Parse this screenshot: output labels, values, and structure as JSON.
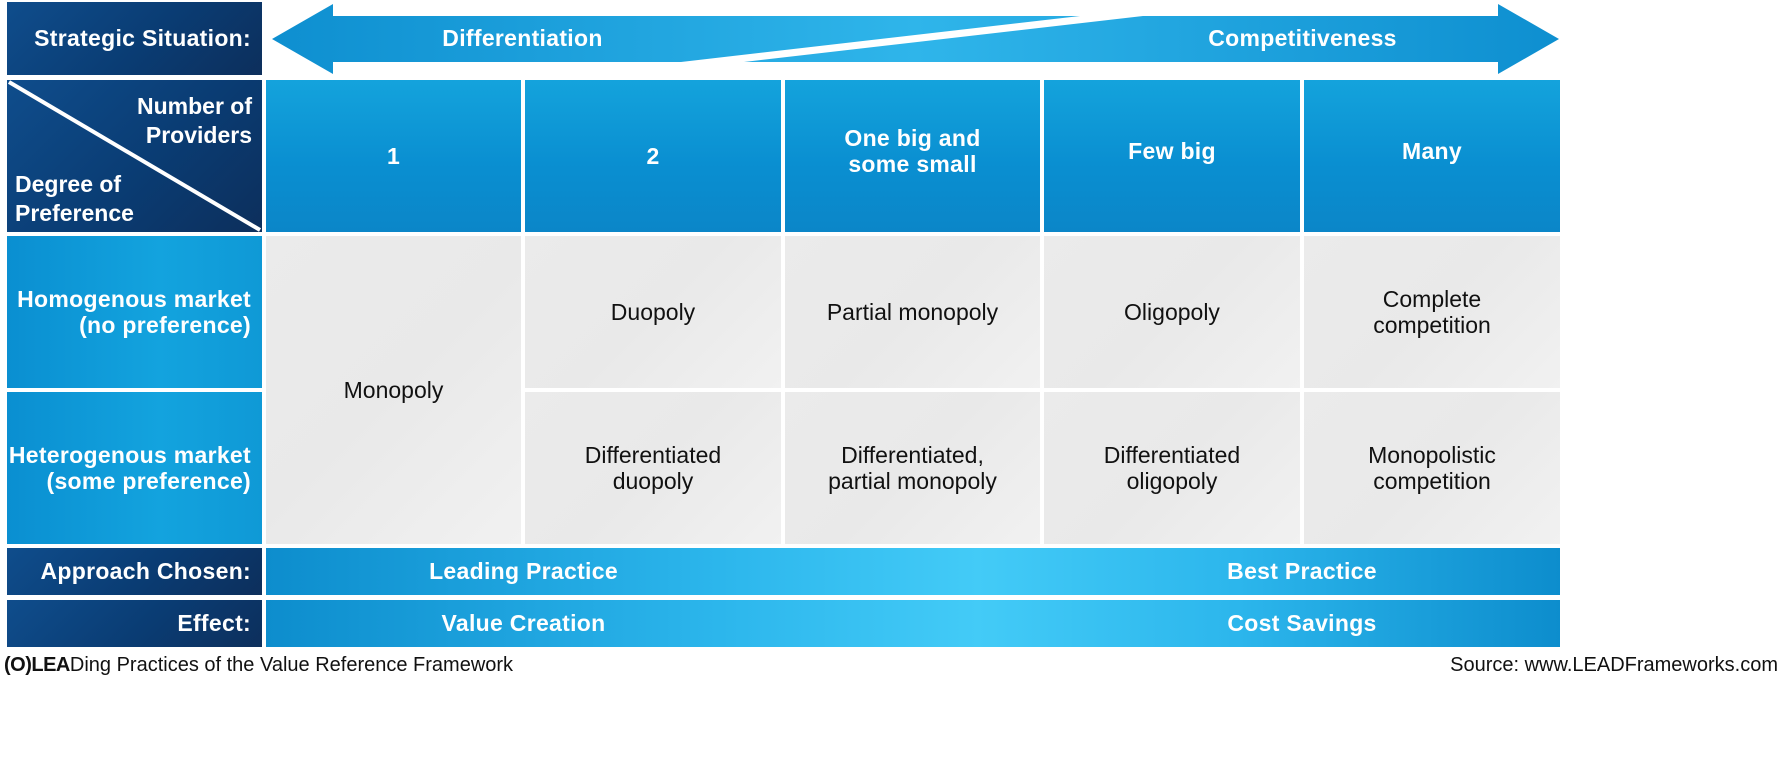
{
  "strategic_situation": {
    "label": "Strategic Situation:",
    "left": "Differentiation",
    "right": "Competitiveness"
  },
  "corner": {
    "top": "Number of\nProviders",
    "bottom": "Degree of\nPreference"
  },
  "columns": [
    "1",
    "2",
    "One big and\nsome small",
    "Few big",
    "Many"
  ],
  "rows": [
    {
      "label": "Homogenous market\n(no preference)",
      "cells": [
        "Duopoly",
        "Partial monopoly",
        "Oligopoly",
        "Complete\ncompetition"
      ]
    },
    {
      "label": "Heterogenous market\n(some preference)",
      "cells": [
        "Differentiated\nduopoly",
        "Differentiated,\npartial monopoly",
        "Differentiated\noligopoly",
        "Monopolistic\ncompetition"
      ]
    }
  ],
  "monopoly": "Monopoly",
  "approach": {
    "label": "Approach Chosen:",
    "left": "Leading Practice",
    "right": "Best Practice"
  },
  "effect": {
    "label": "Effect:",
    "left": "Value Creation",
    "right": "Cost Savings"
  },
  "footer": {
    "logo": "(O)LEA",
    "left": "Ding Practices of the Value Reference Framework",
    "right": "Source: www.LEADFrameworks.com"
  },
  "colors": {
    "dark_navy": "#0a3c73",
    "header_blue": "#0a8fd1",
    "band_light": "#43cbf7",
    "cell_grey": "#ebebeb"
  }
}
